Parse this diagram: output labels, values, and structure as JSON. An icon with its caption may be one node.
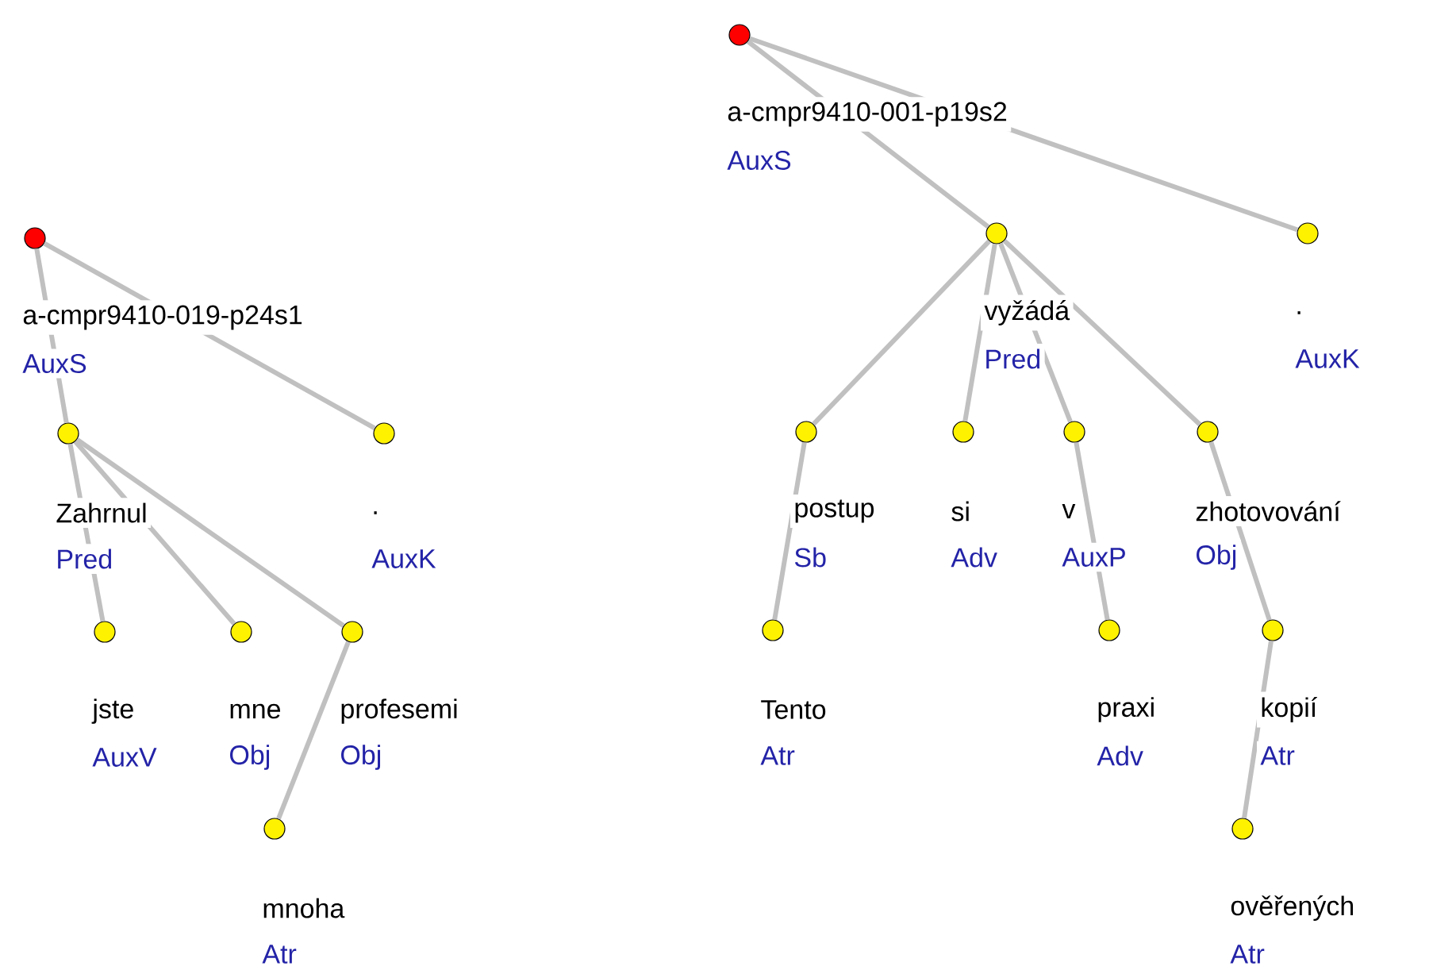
{
  "diagram": {
    "nodes": [
      {
        "text": [
          "a-cmpr9410-019-p24s1",
          "AuxS"
        ]
      },
      {
        "text": [
          "Zahrnul",
          "Pred"
        ]
      },
      {
        "text": [
          ".",
          "AuxK"
        ]
      },
      {
        "text": [
          "jste",
          "AuxV"
        ]
      },
      {
        "text": [
          "mne",
          "Obj"
        ]
      },
      {
        "text": [
          "profesemi",
          "Obj"
        ]
      },
      {
        "text": [
          "mnoha",
          "Atr"
        ]
      },
      {
        "text": [
          "a-cmpr9410-001-p19s2",
          "AuxS"
        ]
      },
      {
        "text": [
          "vyžádá",
          "Pred"
        ]
      },
      {
        "text": [
          ".",
          "AuxK"
        ]
      },
      {
        "text": [
          "postup",
          "Sb"
        ]
      },
      {
        "text": [
          "si",
          "Adv"
        ]
      },
      {
        "text": [
          "v",
          "AuxP"
        ]
      },
      {
        "text": [
          "zhotovování",
          "Obj"
        ]
      },
      {
        "text": [
          "Tento",
          "Atr"
        ]
      },
      {
        "text": [
          "praxi",
          "Adv"
        ]
      },
      {
        "text": [
          "kopií",
          "Atr"
        ]
      },
      {
        "text": [
          "ověřených",
          "Atr"
        ]
      }
    ],
    "edges": [
      {
        "from": 0,
        "to": 1,
        "arrow": "none"
      },
      {
        "from": 0,
        "to": 2,
        "arrow": "none"
      },
      {
        "from": 1,
        "to": 3,
        "arrow": "none"
      },
      {
        "from": 1,
        "to": 4,
        "arrow": "none"
      },
      {
        "from": 1,
        "to": 5,
        "arrow": "none"
      },
      {
        "from": 5,
        "to": 6,
        "arrow": "none"
      },
      {
        "from": 7,
        "to": 8,
        "arrow": "none"
      },
      {
        "from": 7,
        "to": 9,
        "arrow": "none"
      },
      {
        "from": 8,
        "to": 10,
        "arrow": "none"
      },
      {
        "from": 8,
        "to": 11,
        "arrow": "none"
      },
      {
        "from": 8,
        "to": 12,
        "arrow": "none"
      },
      {
        "from": 8,
        "to": 13,
        "arrow": "none"
      },
      {
        "from": 10,
        "to": 14,
        "arrow": "none"
      },
      {
        "from": 12,
        "to": 15,
        "arrow": "none"
      },
      {
        "from": 13,
        "to": 16,
        "arrow": "none"
      },
      {
        "from": 16,
        "to": 17,
        "arrow": "none"
      }
    ]
  }
}
